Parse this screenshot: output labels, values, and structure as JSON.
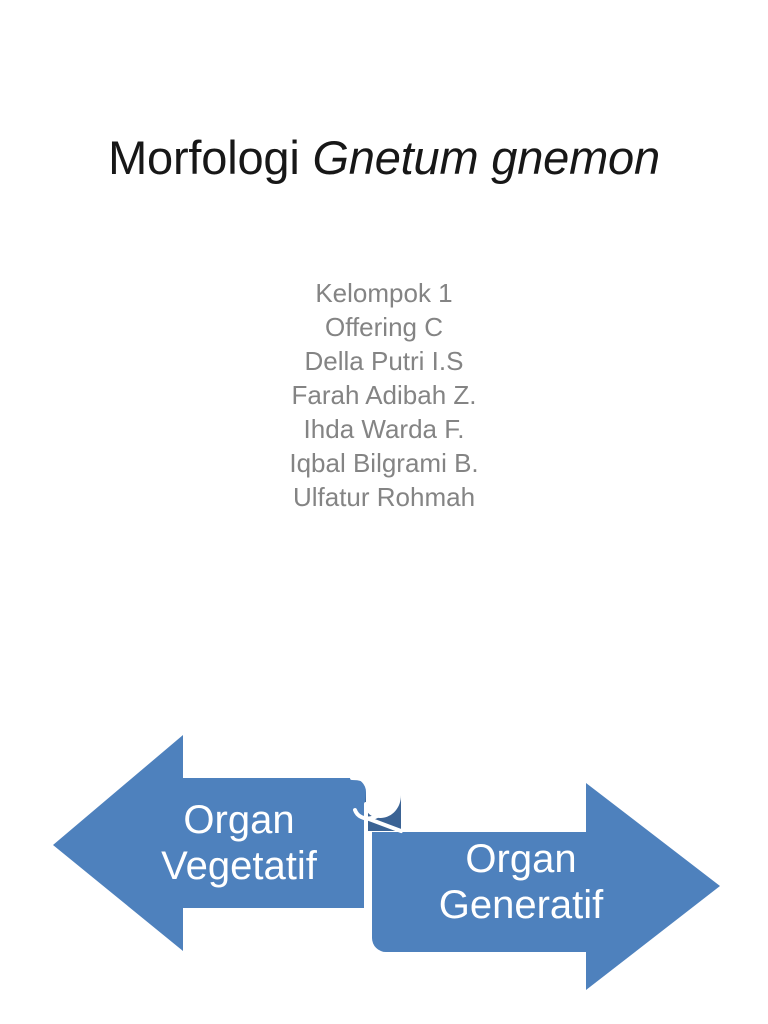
{
  "slide": {
    "background_color": "#ffffff",
    "title": {
      "plain_part": "Morfologi ",
      "italic_part": "Gnetum gnemon",
      "color": "#171717"
    },
    "subtitle": {
      "color": "#848484",
      "lines": [
        "Kelompok 1",
        "Offering C",
        "Della Putri I.S",
        "Farah Adibah Z.",
        "Ihda Warda F.",
        "Iqbal Bilgrami B.",
        "Ulfatur Rohmah"
      ]
    },
    "diagram": {
      "accent_color": "#4E81BD",
      "shadow_color": "#3B6394",
      "label_color": "#ffffff",
      "left_arrow": {
        "direction": "left",
        "line1": "Organ",
        "line2": "Vegetatif"
      },
      "right_arrow": {
        "direction": "right",
        "line1": "Organ",
        "line2": "Generatif"
      }
    }
  }
}
